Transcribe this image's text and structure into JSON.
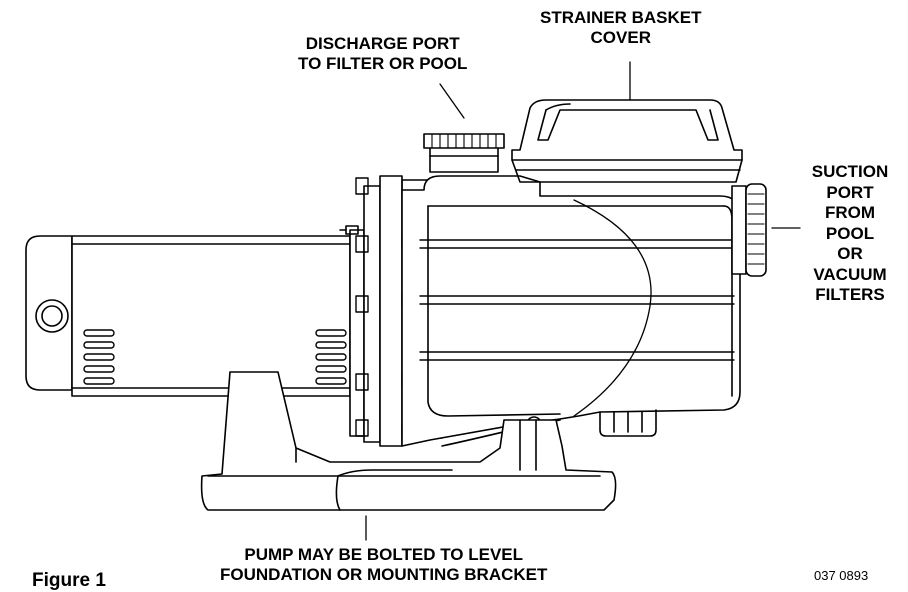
{
  "labels": {
    "discharge": [
      "DISCHARGE PORT",
      "TO FILTER OR POOL"
    ],
    "strainer": [
      "STRAINER BASKET",
      "COVER"
    ],
    "suction": [
      "SUCTION",
      "PORT",
      "FROM",
      "POOL",
      "OR",
      "VACUUM",
      "FILTERS"
    ],
    "mount": [
      "PUMP MAY BE BOLTED TO LEVEL",
      "FOUNDATION OR MOUNTING BRACKET"
    ]
  },
  "figure_label": "Figure 1",
  "drawing_code": "037 0893",
  "colors": {
    "line": "#000000",
    "background": "#ffffff"
  }
}
